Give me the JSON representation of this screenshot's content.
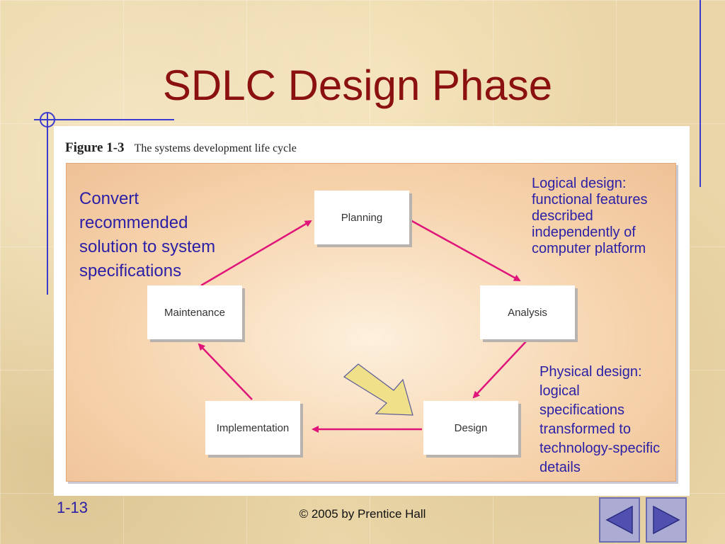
{
  "slide": {
    "title": "SDLC Design Phase",
    "number": "1-13",
    "copyright": "© 2005 by Prentice Hall"
  },
  "figure": {
    "number": "Figure 1-3",
    "caption": "The systems development life cycle",
    "phases": {
      "planning": "Planning",
      "analysis": "Analysis",
      "design": "Design",
      "implementation": "Implementation",
      "maintenance": "Maintenance"
    }
  },
  "notes": {
    "convert": "Convert recommended solution to system specifications",
    "logical": "Logical design: functional features described independently of computer platform",
    "physical": "Physical design: logical specifications transformed to technology-specific details"
  },
  "nav": {
    "back_icon": "left-triangle-icon",
    "forward_icon": "right-triangle-icon"
  },
  "colors": {
    "title": "#8b1010",
    "note_text": "#2a1fa6",
    "arrow": "#e0157a",
    "highlight_arrow": "#f0e08a"
  }
}
